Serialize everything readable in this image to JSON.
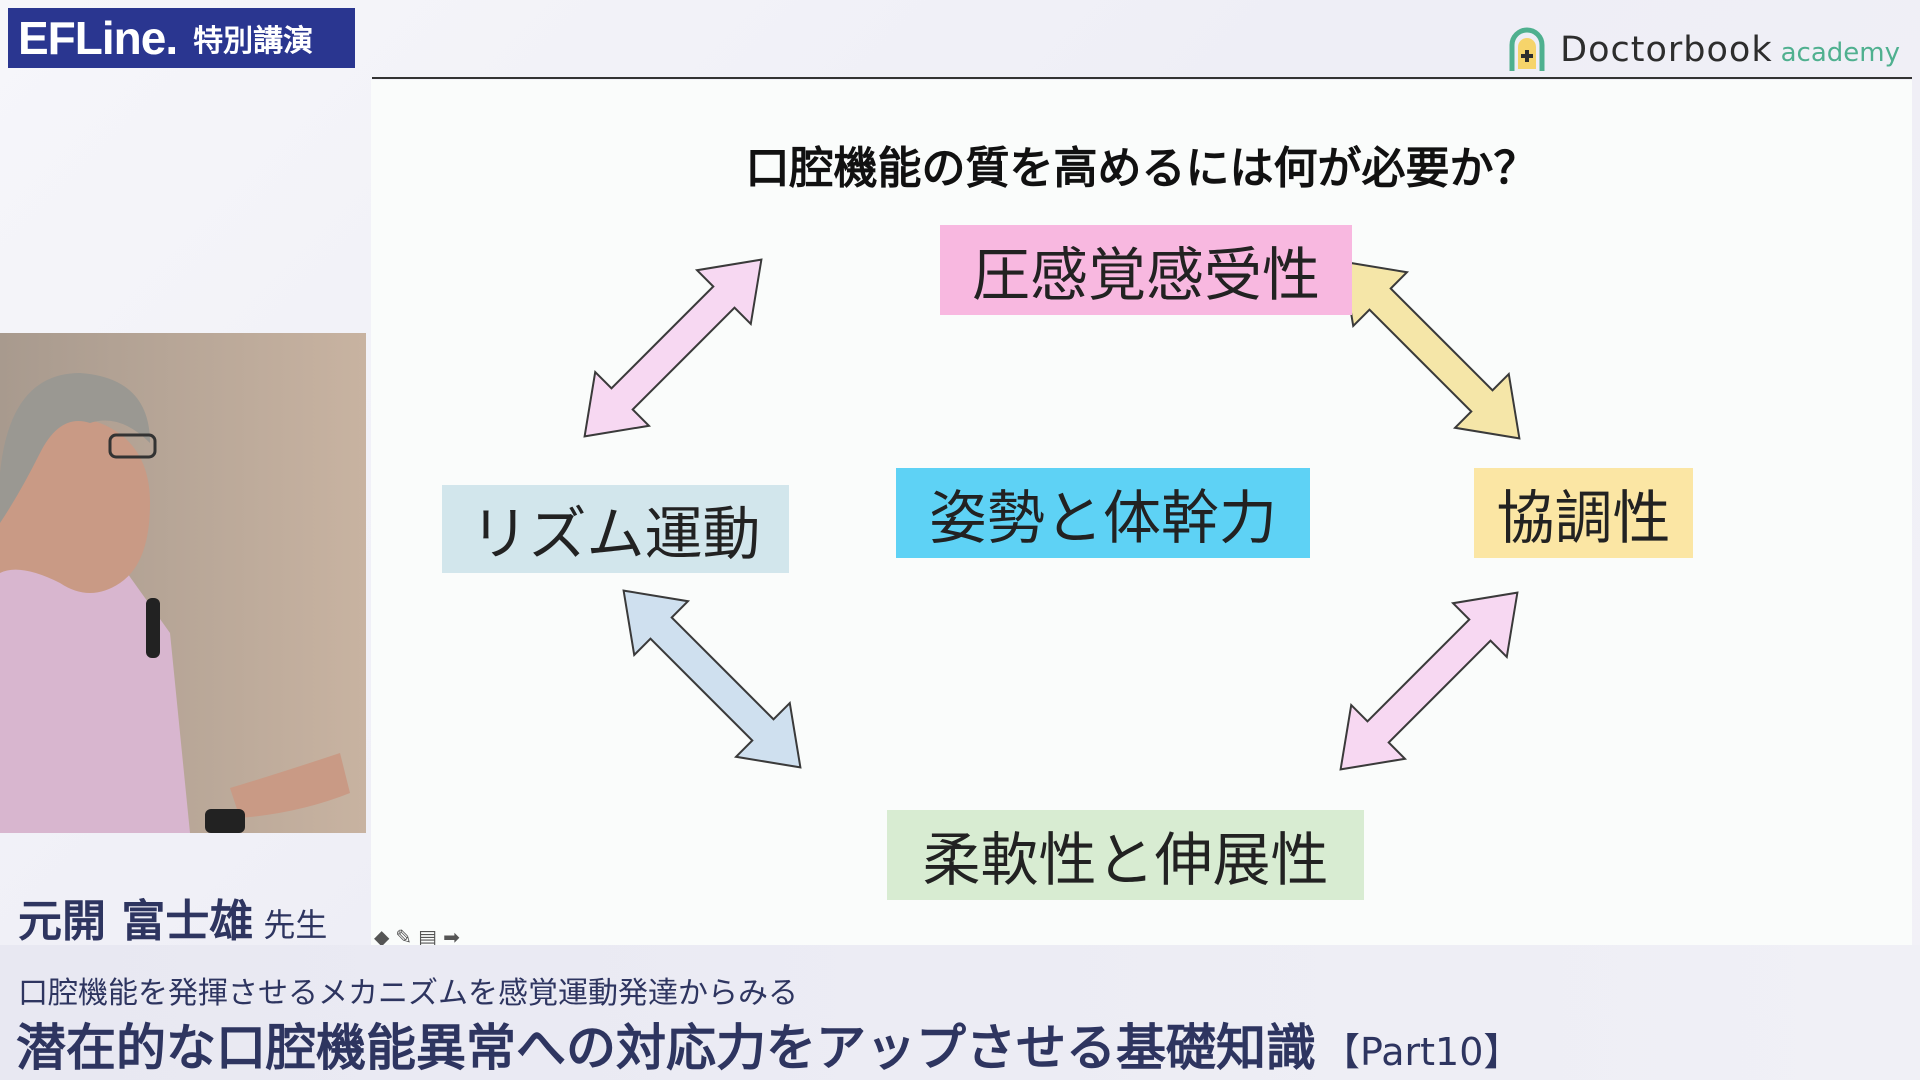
{
  "header": {
    "brand_main": "EFLine.",
    "brand_sub": "特別講演",
    "logo_main": "Doctorbook",
    "logo_sub": "academy"
  },
  "slide": {
    "title": "口腔機能の質を高めるには何が必要か？",
    "nodes": {
      "top": {
        "label": "圧感覚感受性",
        "color": "#f8b8e0"
      },
      "center": {
        "label": "姿勢と体幹力",
        "color": "#5ed2f5"
      },
      "left": {
        "label": "リズム運動",
        "color": "#d2e6ec"
      },
      "right": {
        "label": "協調性",
        "color": "#fbe6a4"
      },
      "bottom": {
        "label": "柔軟性と伸展性",
        "color": "#d8ecd2"
      }
    },
    "arrow_colors": {
      "top_left": "#f7d8f2",
      "top_right": "#f5e6a8",
      "bottom_left": "#cfe0ef",
      "bottom_right": "#f7d8f2"
    }
  },
  "speaker": {
    "name": "元開 富士雄",
    "honorific": "先生"
  },
  "controls": {
    "prev": "◆",
    "pen": "✎",
    "menu": "▤",
    "next": "➡"
  },
  "footer": {
    "subtitle": "口腔機能を発揮させるメカニズムを感覚運動発達からみる",
    "title": "潜在的な口腔機能異常への対応力をアップさせる基礎知識",
    "part": "【Part10】"
  }
}
